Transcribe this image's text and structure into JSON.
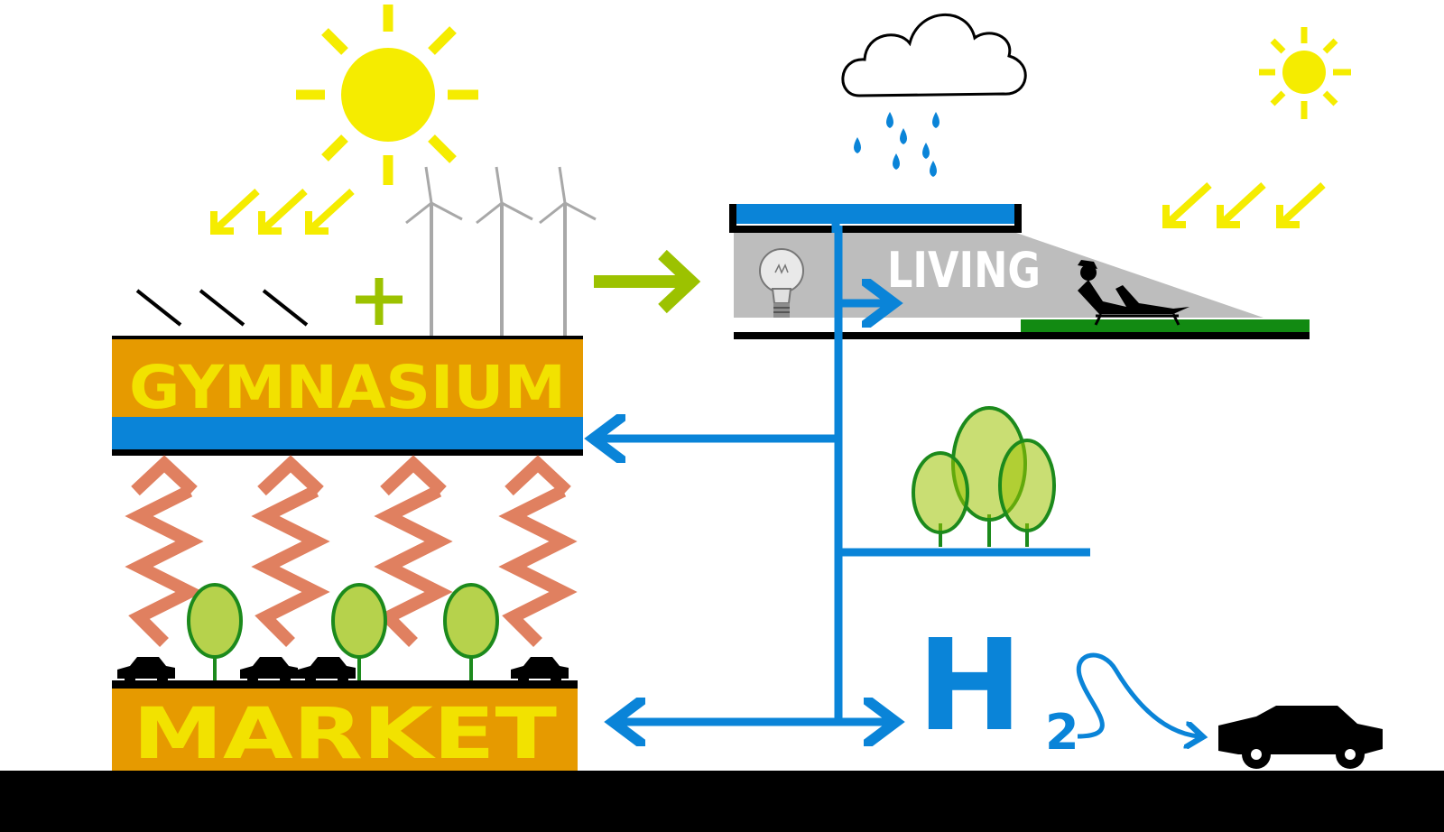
{
  "labels": {
    "gymnasium": "GYMNASIUM",
    "market": "MARKET",
    "living": "LIVING",
    "hydrogen_symbol": "H",
    "hydrogen_subscript": "2"
  },
  "colors": {
    "sun": "#f5ec00",
    "water_blue": "#0a84d8",
    "block_orange": "#e69a00",
    "block_text_yellow": "#f2e200",
    "lime_green": "#9cc200",
    "tree_fill": "#b6d24c",
    "tree_outline": "#1c8a1c",
    "heat_orange": "#e08060",
    "lawn_green": "#128a12",
    "living_grey": "#bdbdbd",
    "ground_black": "#000000"
  },
  "icons": [
    "sun-icon",
    "cloud-icon",
    "raindrop-icon",
    "solar-panel-icon",
    "wind-turbine-icon",
    "plus-icon",
    "light-bulb-icon",
    "sunbather-icon",
    "tree-icon",
    "car-icon",
    "heat-wave-icon"
  ]
}
